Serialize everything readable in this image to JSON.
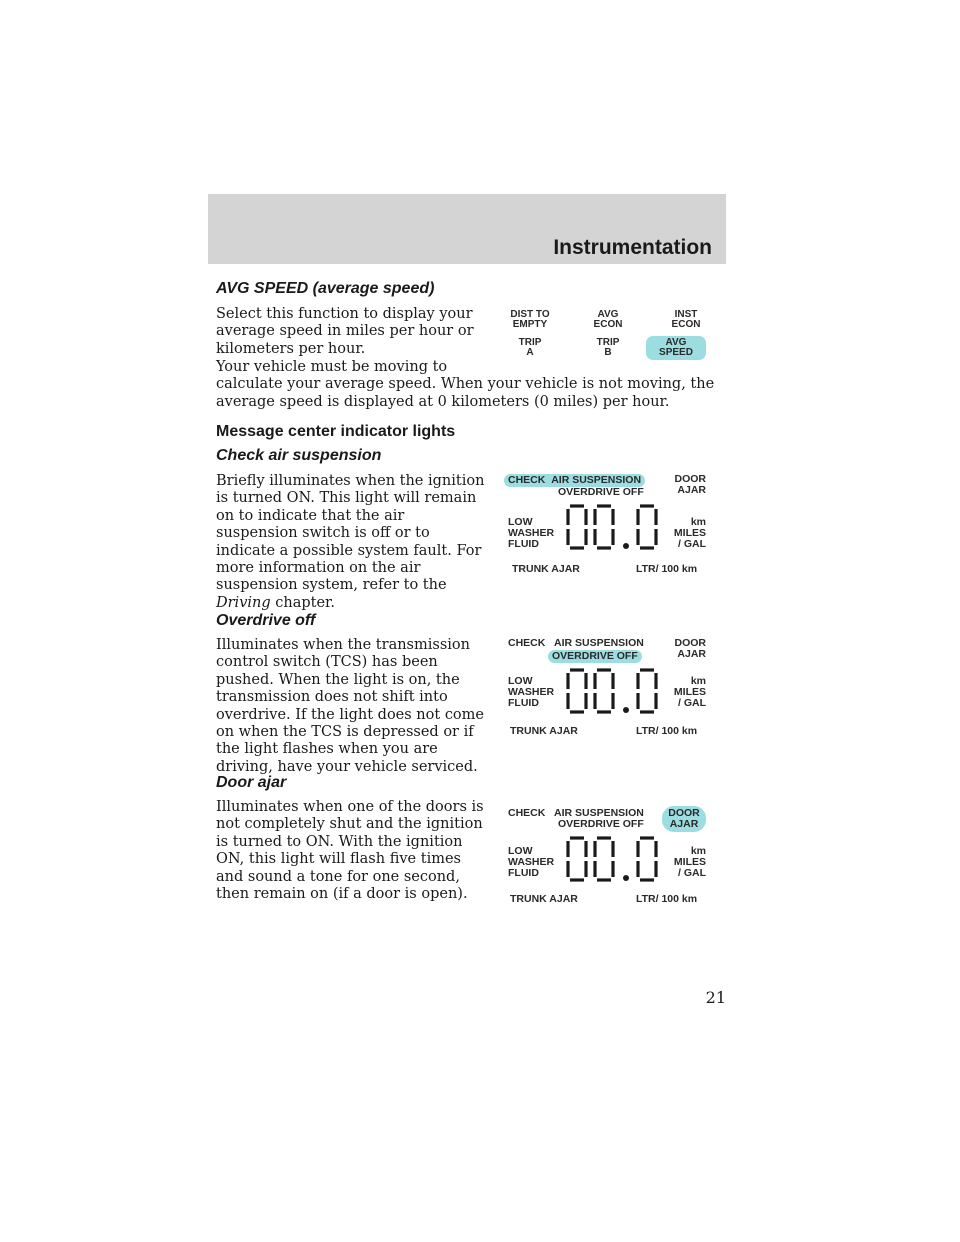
{
  "header": {
    "title": "Instrumentation"
  },
  "sections": {
    "avg_speed": {
      "heading": "AVG SPEED (average speed)",
      "para1_lines": [
        "Select this function to display your",
        "average speed in miles per hour or",
        "kilometers per hour."
      ],
      "para2_lines": [
        "Your vehicle must be moving to",
        "calculate your average speed. When your vehicle is not moving, the",
        "average speed is displayed at 0 kilometers (0 miles) per hour."
      ]
    },
    "message_center": {
      "heading": "Message center indicator lights"
    },
    "check_air": {
      "heading": "Check air suspension",
      "lines": [
        "Briefly illuminates when the ignition",
        "is turned ON. This light will remain",
        "on to indicate that the air",
        "suspension switch is off or to",
        "indicate a possible system fault. For",
        "more information on the air",
        "suspension system, refer to the"
      ],
      "last_italic": "Driving",
      "last_rest": "chapter."
    },
    "overdrive": {
      "heading": "Overdrive off",
      "lines": [
        "Illuminates when the transmission",
        "control switch (TCS) has been",
        "pushed. When the light is on, the",
        "transmission does not shift into",
        "overdrive. If the light does not come",
        "on when the TCS is depressed or if",
        "the light flashes when you are",
        "driving, have your vehicle serviced."
      ]
    },
    "door_ajar": {
      "heading": "Door ajar",
      "lines": [
        "Illuminates when one of the doors is",
        "not completely shut and the ignition",
        "is turned to ON. With the ignition",
        "ON, this light will flash five times",
        "and sound a tone for one second,",
        "then remain on (if a door is open)."
      ]
    }
  },
  "trip_selector": {
    "dist_to_empty": "DIST TO\nEMPTY",
    "avg_econ": "AVG\nECON",
    "inst_econ": "INST\nECON",
    "trip_a": "TRIP\nA",
    "trip_b": "TRIP\nB",
    "avg_speed": "AVG\nSPEED"
  },
  "indicator_panel": {
    "check": "CHECK",
    "air_suspension": "AIR SUSPENSION",
    "overdrive_off": "OVERDRIVE OFF",
    "door_ajar": "DOOR\nAJAR",
    "low_washer_fluid": "LOW\nWASHER\nFLUID",
    "units": "km\nMILES\n/ GAL",
    "trunk_ajar": "TRUNK AJAR",
    "ltr_100km": "LTR/ 100 km"
  },
  "colors": {
    "highlight": "#9bdde0",
    "header_band": "#d4d4d4"
  },
  "page_number": "21"
}
